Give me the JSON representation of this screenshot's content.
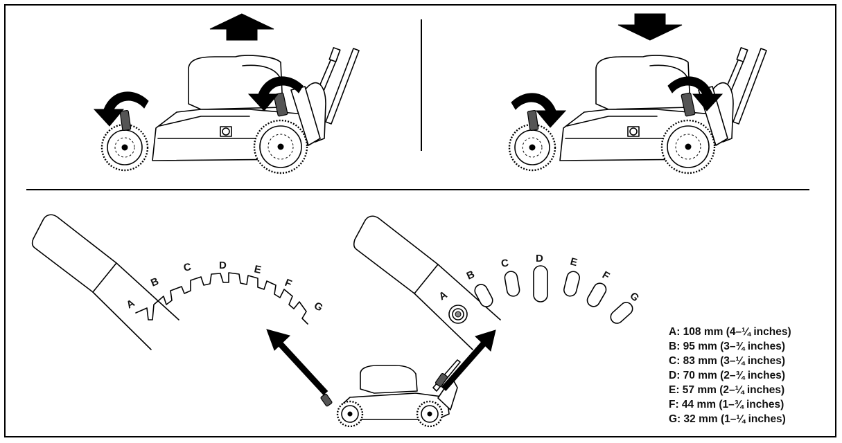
{
  "height_labels": [
    "A",
    "B",
    "C",
    "D",
    "E",
    "F",
    "G"
  ],
  "legend": [
    "A: 108 mm (4–¼ inches)",
    "B: 95 mm (3–¾ inches)",
    "C: 83 mm (3–¼ inches)",
    "D: 70 mm (2–¾ inches)",
    "E: 57 mm (2–¼ inches)",
    "F: 44 mm (1–¾ inches)",
    "G: 32 mm (1–¼ inches)"
  ],
  "icons": {
    "raise": "arrow-up-icon",
    "lower": "arrow-down-icon",
    "rotate": "curved-arrow-icon",
    "adjust": "diagonal-arrow-icon"
  }
}
